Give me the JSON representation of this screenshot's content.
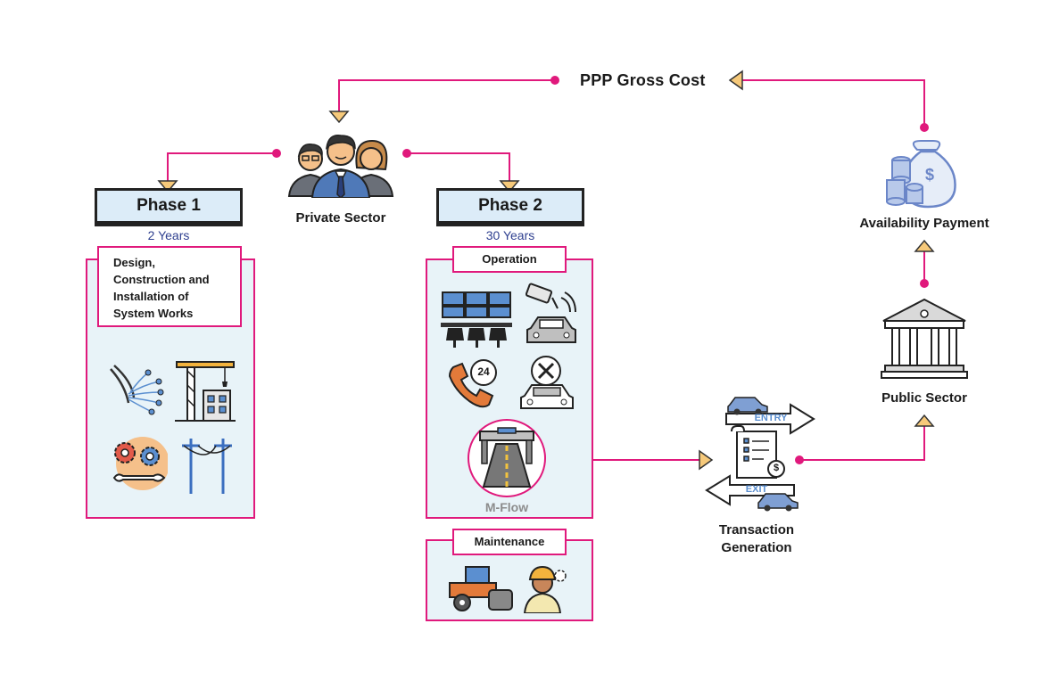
{
  "header": {
    "title": "PPP Gross Cost"
  },
  "private_sector": {
    "label": "Private Sector",
    "icon": "business-people-icon"
  },
  "phase1": {
    "title": "Phase 1",
    "duration": "2 Years",
    "task_lines": [
      "Design,",
      "Construction and",
      "Installation of",
      "System Works"
    ],
    "icons": [
      "fiber-optic-icon",
      "construction-crane-icon",
      "gears-wrench-icon",
      "power-poles-icon"
    ]
  },
  "phase2": {
    "title": "Phase 2",
    "duration": "30 Years",
    "operation_label": "Operation",
    "operation_icons": [
      "control-room-icon",
      "traffic-camera-icon",
      "support-24-icon",
      "car-service-icon"
    ],
    "mflow_label": "M-Flow",
    "maintenance_label": "Maintenance",
    "maintenance_icons": [
      "road-roller-icon",
      "worker-icon"
    ]
  },
  "transaction": {
    "line1": "Transaction",
    "line2": "Generation",
    "entry": "ENTRY",
    "exit": "EXIT"
  },
  "public_sector": {
    "label": "Public Sector",
    "icon": "government-building-icon"
  },
  "availability_payment": {
    "label": "Availability Payment",
    "icon": "money-bag-icon"
  },
  "colors": {
    "connector": "#e0197c",
    "arrow": "#f6c97a",
    "panel": "#e8f3f8",
    "phase_fill": "#dcecf8",
    "years": "#2e3f8f"
  }
}
